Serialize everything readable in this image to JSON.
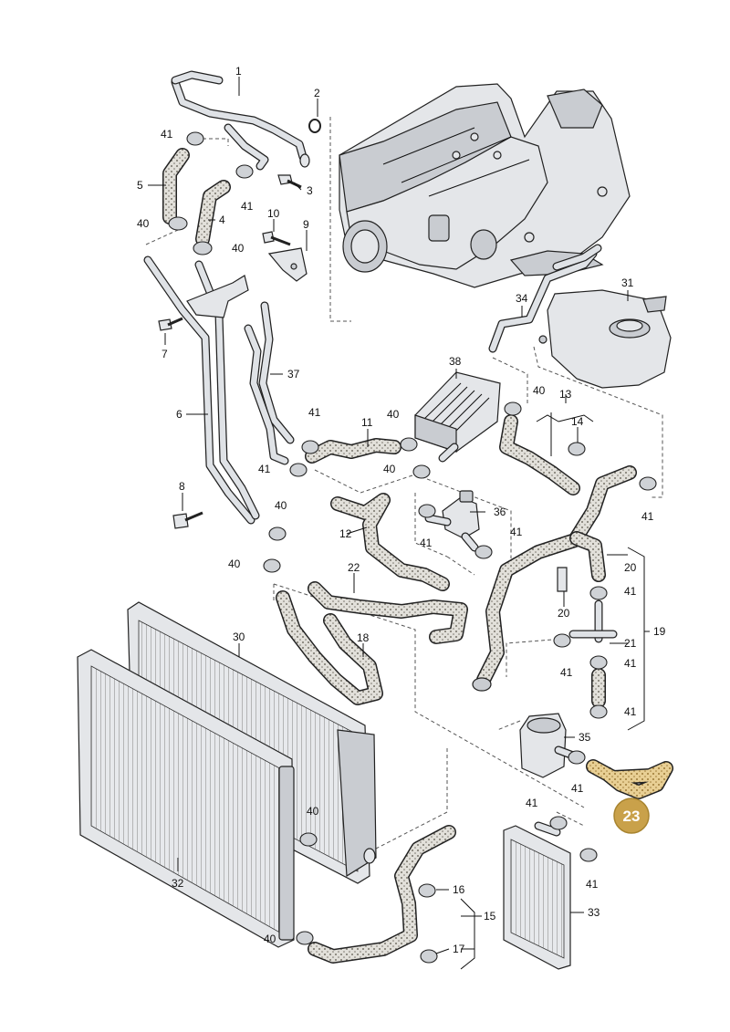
{
  "colors": {
    "highlight_fill": "#c9a14a",
    "highlight_part": "#e3c98d",
    "hose_pattern": "#b9b4a8",
    "line": "#222222",
    "background": "#ffffff"
  },
  "callouts": [
    {
      "id": "c1",
      "text": "1"
    },
    {
      "id": "c2",
      "text": "2"
    },
    {
      "id": "c3",
      "text": "3"
    },
    {
      "id": "c4",
      "text": "4"
    },
    {
      "id": "c5",
      "text": "5"
    },
    {
      "id": "c6",
      "text": "6"
    },
    {
      "id": "c7",
      "text": "7"
    },
    {
      "id": "c8",
      "text": "8"
    },
    {
      "id": "c9",
      "text": "9"
    },
    {
      "id": "c10",
      "text": "10"
    },
    {
      "id": "c11",
      "text": "11"
    },
    {
      "id": "c12",
      "text": "12"
    },
    {
      "id": "c13",
      "text": "13"
    },
    {
      "id": "c14",
      "text": "14"
    },
    {
      "id": "c15",
      "text": "15"
    },
    {
      "id": "c16",
      "text": "16"
    },
    {
      "id": "c17",
      "text": "17"
    },
    {
      "id": "c18",
      "text": "18"
    },
    {
      "id": "c19",
      "text": "19"
    },
    {
      "id": "c20a",
      "text": "20"
    },
    {
      "id": "c20b",
      "text": "20"
    },
    {
      "id": "c21",
      "text": "21"
    },
    {
      "id": "c22",
      "text": "22"
    },
    {
      "id": "c30",
      "text": "30"
    },
    {
      "id": "c31",
      "text": "31"
    },
    {
      "id": "c32",
      "text": "32"
    },
    {
      "id": "c33",
      "text": "33"
    },
    {
      "id": "c34",
      "text": "34"
    },
    {
      "id": "c35",
      "text": "35"
    },
    {
      "id": "c36",
      "text": "36"
    },
    {
      "id": "c37",
      "text": "37"
    },
    {
      "id": "c38",
      "text": "38"
    },
    {
      "id": "c40a",
      "text": "40"
    },
    {
      "id": "c40b",
      "text": "40"
    },
    {
      "id": "c40c",
      "text": "40"
    },
    {
      "id": "c40d",
      "text": "40"
    },
    {
      "id": "c40e",
      "text": "40"
    },
    {
      "id": "c40f",
      "text": "40"
    },
    {
      "id": "c40g",
      "text": "40"
    },
    {
      "id": "c40h",
      "text": "40"
    },
    {
      "id": "c40i",
      "text": "40"
    },
    {
      "id": "c40j",
      "text": "40"
    },
    {
      "id": "c41a",
      "text": "41"
    },
    {
      "id": "c41b",
      "text": "41"
    },
    {
      "id": "c41c",
      "text": "41"
    },
    {
      "id": "c41d",
      "text": "41"
    },
    {
      "id": "c41e",
      "text": "41"
    },
    {
      "id": "c41f",
      "text": "41"
    },
    {
      "id": "c41g",
      "text": "41"
    },
    {
      "id": "c41h",
      "text": "41"
    },
    {
      "id": "c41i",
      "text": "41"
    },
    {
      "id": "c41j",
      "text": "41"
    },
    {
      "id": "c41k",
      "text": "41"
    },
    {
      "id": "c41l",
      "text": "41"
    },
    {
      "id": "c41m",
      "text": "41"
    },
    {
      "id": "c41n",
      "text": "41"
    }
  ],
  "highlight": {
    "label": "23"
  }
}
